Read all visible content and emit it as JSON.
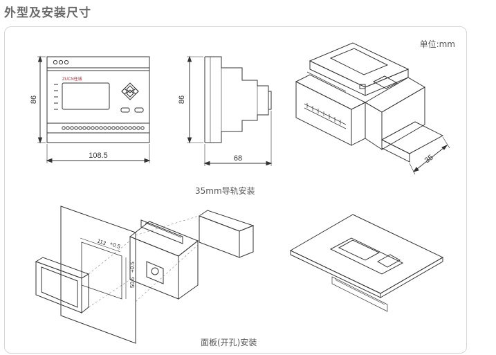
{
  "header": {
    "title": "外型及安装尺寸"
  },
  "panel": {
    "unit_label": "单位:mm",
    "front_view": {
      "height_dim": "86",
      "width_dim": "108.5",
      "brand": "ZUCN任诚"
    },
    "side_view": {
      "height_dim": "86",
      "depth_dim": "68"
    },
    "rail_view": {
      "rail_dim": "35"
    },
    "rail_caption": "35mm导轨安装",
    "panel_cutout": {
      "width_dim": "113",
      "width_tol": "+0.5",
      "height_dim": "50.5",
      "height_tol": "+0.5"
    },
    "panel_caption": "面板(开孔)安装"
  }
}
